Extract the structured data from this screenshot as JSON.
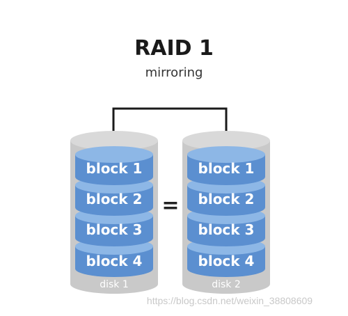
{
  "title": "RAID 1",
  "subtitle": "mirroring",
  "equals_sign": "=",
  "disks": [
    {
      "label": "disk 1",
      "blocks": [
        "block 1",
        "block 2",
        "block 3",
        "block 4"
      ]
    },
    {
      "label": "disk 2",
      "blocks": [
        "block 1",
        "block 2",
        "block 3",
        "block 4"
      ]
    }
  ],
  "watermark": "https://blog.csdn.net/weixin_38808609",
  "colors": {
    "block_fill": "#5b8fd0",
    "block_top": "#8db7e6",
    "disk_fill": "#c9c9c9",
    "connector": "#1a1a1a"
  }
}
